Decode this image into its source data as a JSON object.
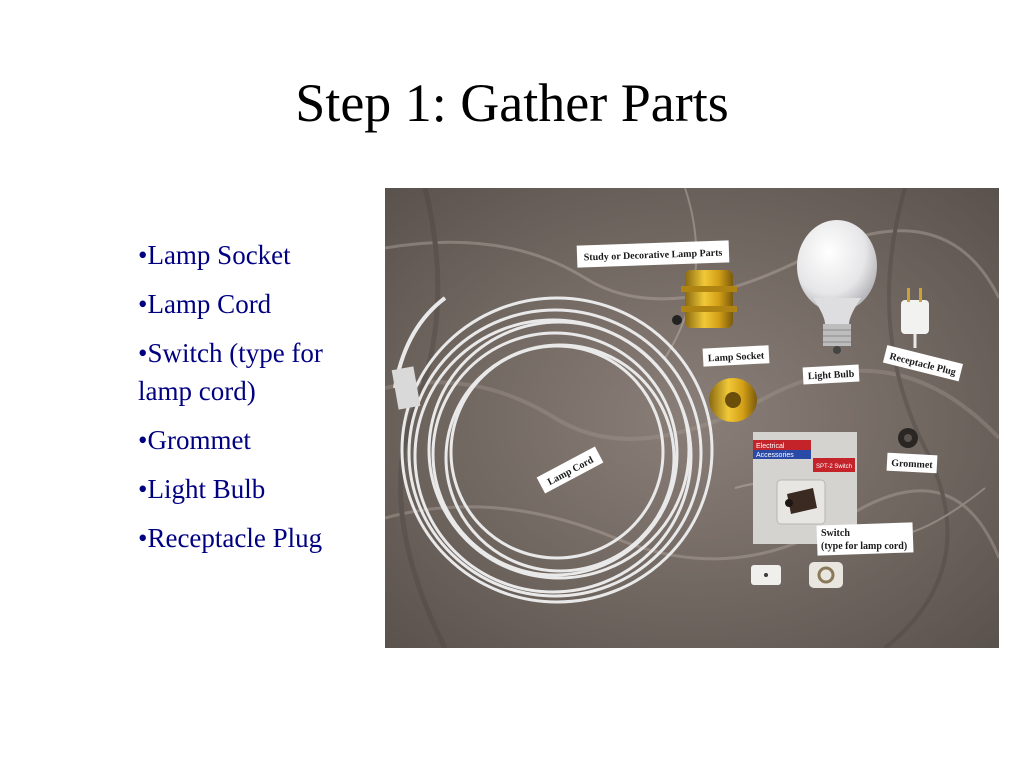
{
  "slide": {
    "title": "Step 1:  Gather Parts"
  },
  "bullets": [
    "•Lamp Socket",
    "•Lamp Cord",
    "•Switch (type for lamp cord)",
    "•Grommet",
    "•Light Bulb",
    "•Receptacle Plug"
  ],
  "photo_labels": {
    "header": "Study or Decorative Lamp Parts",
    "socket": "Lamp Socket",
    "bulb": "Light Bulb",
    "plug": "Receptacle Plug",
    "cord": "Lamp Cord",
    "grommet": "Grommet",
    "switch_line1": "Switch",
    "switch_line2": "(type for lamp cord)",
    "package_line1": "Electrical",
    "package_line2": "Accessories",
    "package_code": "SPT-2 Switch"
  },
  "colors": {
    "text_bullets": "#000080",
    "title": "#000000",
    "countertop": "#7a6e66",
    "brass": "#d4a017"
  }
}
